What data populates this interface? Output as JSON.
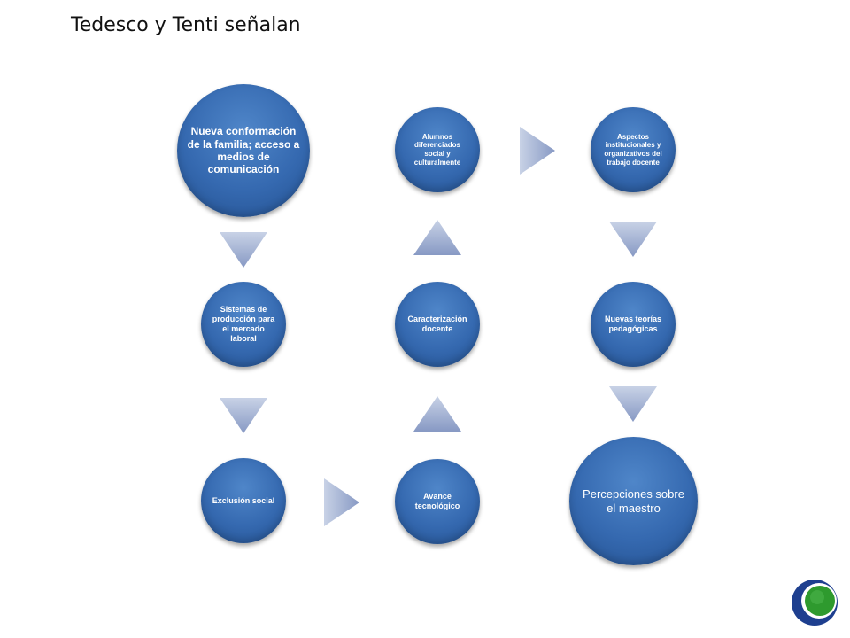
{
  "title": "Tedesco y Tenti señalan",
  "nodes": {
    "familia": "Nueva conformación de la familia; acceso a medios de comunicación",
    "sistemas": "Sistemas de producción para el mercado laboral",
    "exclusion": "Exclusión social",
    "avance": "Avance tecnológico",
    "caracterizacion": "Caracterización docente",
    "alumnos": "Alumnos diferenciados social y culturalmente",
    "aspectos": "Aspectos institucionales y organizativos del trabajo docente",
    "teorias": "Nuevas teorías pedagógicas",
    "percepciones": "Percepciones sobre el maestro"
  },
  "colors": {
    "node": "#3569b0",
    "arrow_light": "#c8d2e6",
    "arrow_dark": "#8799c4",
    "logo_ring": "#1e3f8f",
    "logo_dot": "#2e9a2e"
  }
}
